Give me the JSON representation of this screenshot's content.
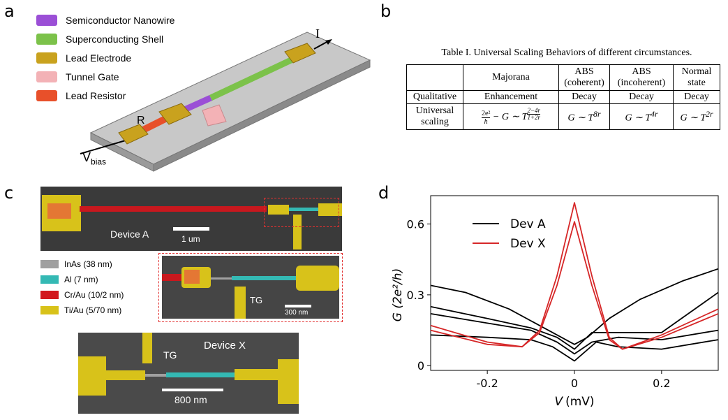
{
  "panels": {
    "a": "a",
    "b": "b",
    "c": "c",
    "d": "d"
  },
  "panel_a": {
    "legend": [
      {
        "label": "Semiconductor Nanowire",
        "color": "#9b4fd6"
      },
      {
        "label": "Superconducting Shell",
        "color": "#7cc24a"
      },
      {
        "label": "Lead Electrode",
        "color": "#c9a21e"
      },
      {
        "label": "Tunnel Gate",
        "color": "#f3b2b6"
      },
      {
        "label": "Lead Resistor",
        "color": "#e8502a"
      }
    ],
    "current_label": "I",
    "resistor_label": "R",
    "vbias_main": "V",
    "vbias_sub": "bias"
  },
  "panel_b": {
    "caption": "Table I.  Universal Scaling Behaviors of different circumstances.",
    "header": [
      "",
      "Majorana",
      "ABS (coherent)",
      "ABS (incoherent)",
      "Normal state"
    ],
    "row1": [
      "Qualitative",
      "Enhancement",
      "Decay",
      "Decay",
      "Decay"
    ],
    "row2_label": "Universal scaling"
  },
  "panel_c": {
    "device_a": "Device A",
    "scale_a": "1 um",
    "inset_tg": "TG",
    "inset_scale": "300 nm",
    "device_x": "Device X",
    "tg_x": "TG",
    "scale_x": "800 nm",
    "materials": [
      {
        "label": "InAs (38 nm)",
        "color": "#a0a0a0"
      },
      {
        "label": "Al (7 nm)",
        "color": "#34b9b4"
      },
      {
        "label": "Cr/Au (10/2 nm)",
        "color": "#d2181e"
      },
      {
        "label": "Ti/Au (5/70 nm)",
        "color": "#d8c21a"
      }
    ]
  },
  "chart_data": {
    "type": "line",
    "xlabel_main": "V",
    "xlabel_unit": "(mV)",
    "ylabel": "G (2e²/h)",
    "xlim": [
      -0.33,
      0.33
    ],
    "ylim": [
      -0.02,
      0.72
    ],
    "xticks": [
      -0.2,
      0,
      0.2
    ],
    "xtick_labels": [
      "-0.2",
      "0",
      "0.2"
    ],
    "yticks": [
      0,
      0.3,
      0.6
    ],
    "ytick_labels": [
      "0",
      "0.3",
      "0.6"
    ],
    "legend": [
      {
        "name": "Dev A",
        "color": "#000000"
      },
      {
        "name": "Dev X",
        "color": "#d62728"
      }
    ],
    "series": [
      {
        "name": "Dev A",
        "color": "#000000",
        "points": [
          [
            -0.33,
            0.34
          ],
          [
            -0.25,
            0.31
          ],
          [
            -0.15,
            0.24
          ],
          [
            -0.08,
            0.17
          ],
          [
            -0.03,
            0.12
          ],
          [
            0,
            0.09
          ],
          [
            0.03,
            0.12
          ],
          [
            0.08,
            0.2
          ],
          [
            0.15,
            0.28
          ],
          [
            0.25,
            0.36
          ],
          [
            0.33,
            0.41
          ]
        ]
      },
      {
        "name": "Dev A",
        "color": "#000000",
        "points": [
          [
            -0.33,
            0.25
          ],
          [
            -0.2,
            0.2
          ],
          [
            -0.1,
            0.16
          ],
          [
            -0.04,
            0.12
          ],
          [
            0,
            0.07
          ],
          [
            0.04,
            0.14
          ],
          [
            0.1,
            0.14
          ],
          [
            0.2,
            0.14
          ],
          [
            0.33,
            0.31
          ]
        ]
      },
      {
        "name": "Dev A",
        "color": "#000000",
        "points": [
          [
            -0.33,
            0.22
          ],
          [
            -0.2,
            0.18
          ],
          [
            -0.1,
            0.15
          ],
          [
            -0.04,
            0.1
          ],
          [
            0,
            0.05
          ],
          [
            0.04,
            0.1
          ],
          [
            0.1,
            0.12
          ],
          [
            0.2,
            0.11
          ],
          [
            0.33,
            0.15
          ]
        ]
      },
      {
        "name": "Dev A",
        "color": "#000000",
        "points": [
          [
            -0.33,
            0.13
          ],
          [
            -0.2,
            0.12
          ],
          [
            -0.1,
            0.11
          ],
          [
            -0.05,
            0.08
          ],
          [
            0,
            0.02
          ],
          [
            0.05,
            0.1
          ],
          [
            0.1,
            0.08
          ],
          [
            0.2,
            0.07
          ],
          [
            0.33,
            0.11
          ]
        ]
      },
      {
        "name": "Dev X",
        "color": "#d62728",
        "points": [
          [
            -0.33,
            0.17
          ],
          [
            -0.2,
            0.1
          ],
          [
            -0.12,
            0.08
          ],
          [
            -0.08,
            0.15
          ],
          [
            -0.04,
            0.38
          ],
          [
            0,
            0.69
          ],
          [
            0.04,
            0.38
          ],
          [
            0.08,
            0.12
          ],
          [
            0.11,
            0.07
          ],
          [
            0.2,
            0.13
          ],
          [
            0.33,
            0.24
          ]
        ]
      },
      {
        "name": "Dev X",
        "color": "#d62728",
        "points": [
          [
            -0.33,
            0.15
          ],
          [
            -0.2,
            0.09
          ],
          [
            -0.12,
            0.08
          ],
          [
            -0.08,
            0.14
          ],
          [
            -0.04,
            0.34
          ],
          [
            0,
            0.61
          ],
          [
            0.04,
            0.34
          ],
          [
            0.08,
            0.11
          ],
          [
            0.11,
            0.07
          ],
          [
            0.2,
            0.12
          ],
          [
            0.33,
            0.22
          ]
        ]
      }
    ]
  }
}
